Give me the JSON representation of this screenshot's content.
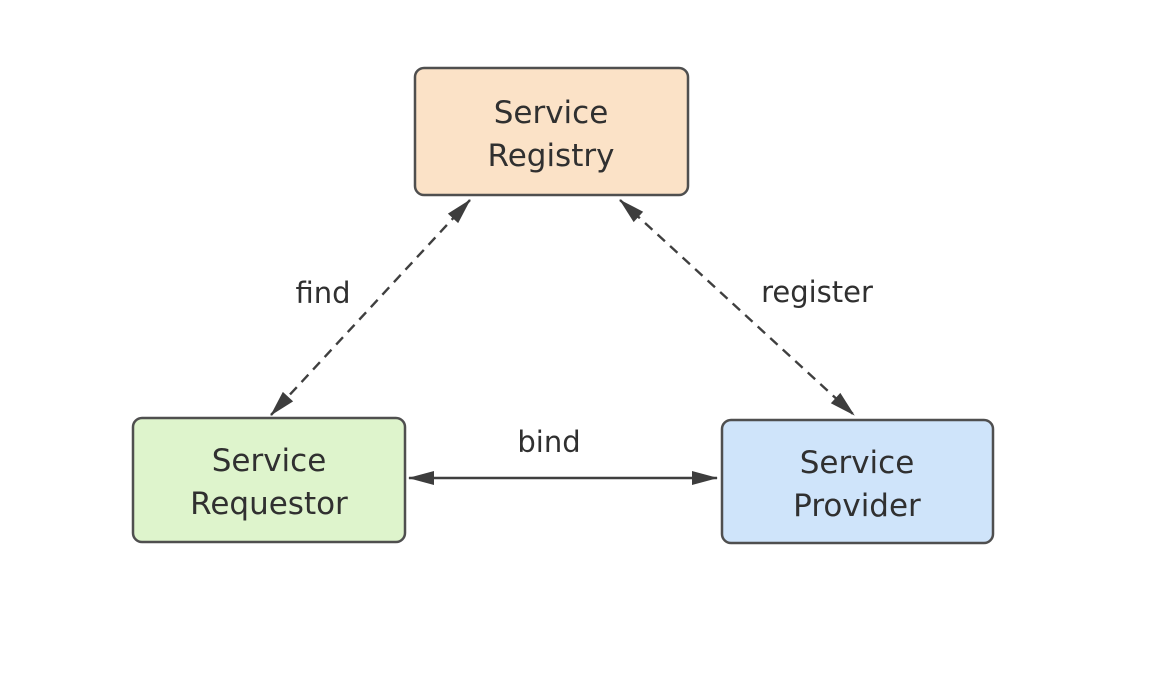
{
  "diagram": {
    "nodes": [
      {
        "id": "service-registry",
        "line1": "Service",
        "line2": "Registry",
        "fill": "#fbe2c7"
      },
      {
        "id": "service-requestor",
        "line1": "Service",
        "line2": "Requestor",
        "fill": "#def4cc"
      },
      {
        "id": "service-provider",
        "line1": "Service",
        "line2": "Provider",
        "fill": "#cfe4fa"
      }
    ],
    "edges": [
      {
        "label": "find",
        "from": "service-requestor",
        "to": "service-registry",
        "line_style": "dashed",
        "arrows": "both"
      },
      {
        "label": "register",
        "from": "service-provider",
        "to": "service-registry",
        "line_style": "dashed",
        "arrows": "both"
      },
      {
        "label": "bind",
        "from": "service-requestor",
        "to": "service-provider",
        "line_style": "solid",
        "arrows": "both"
      }
    ],
    "colors": {
      "node_border": "#4f4f4f",
      "edge_stroke": "#3f3f3f",
      "arrowhead": "#3d3d3d",
      "text": "#303030",
      "background": "#ffffff"
    }
  }
}
